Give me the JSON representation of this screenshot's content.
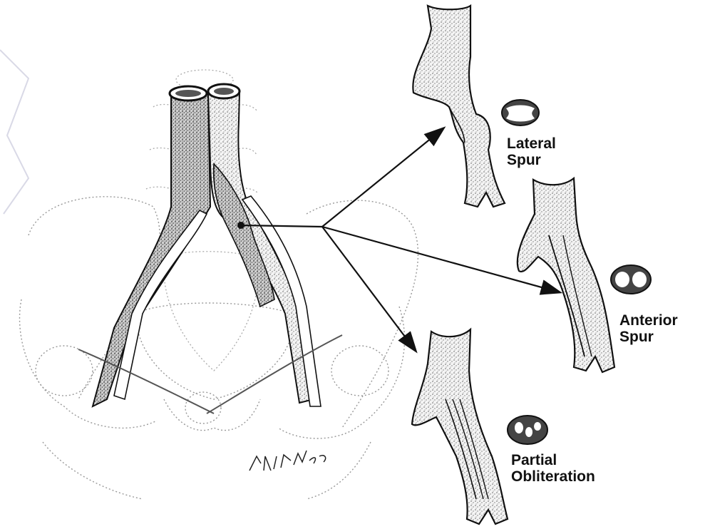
{
  "labels": {
    "lateral": [
      "Lateral",
      "Spur"
    ],
    "anterior": [
      "Anterior",
      "Spur"
    ],
    "partial": [
      "Partial",
      "Obliteration"
    ]
  },
  "signature": "PHIL WILSON",
  "colors": {
    "ink": "#111111",
    "shade": "#8a8a8a",
    "bone": "#b8b8b8"
  }
}
